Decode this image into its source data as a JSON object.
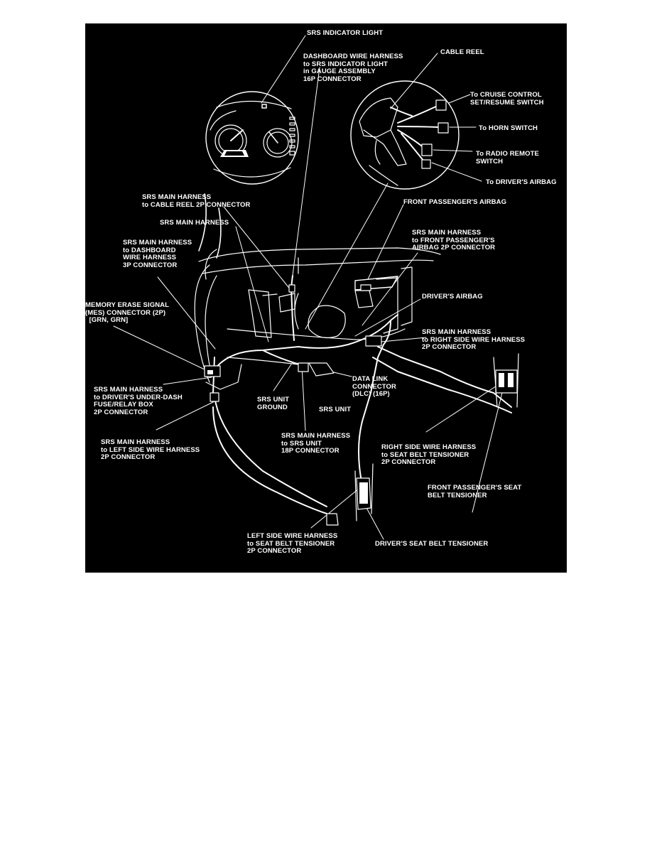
{
  "colors": {
    "background": "#000000",
    "ink": "#ffffff",
    "page": "#ffffff"
  },
  "labels": {
    "srs_indicator_light": "SRS INDICATOR LIGHT",
    "dashboard_harness_16p": "DASHBOARD WIRE HARNESS\nto SRS INDICATOR LIGHT\nin GAUGE ASSEMBLY\n16P CONNECTOR",
    "cable_reel": "CABLE REEL",
    "to_cruise": "To CRUISE CONTROL\nSET/RESUME SWITCH",
    "to_horn": "To HORN SWITCH",
    "to_radio": "To RADIO REMOTE\nSWITCH",
    "to_driver_airbag": "To DRIVER'S AIRBAG",
    "cable_reel_2p": "SRS MAIN HARNESS\nto CABLE REEL 2P CONNECTOR",
    "front_passenger_airbag": "FRONT PASSENGER'S AIRBAG",
    "srs_main_harness": "SRS MAIN HARNESS",
    "dashboard_3p": "SRS MAIN HARNESS\nto DASHBOARD\nWIRE HARNESS\n3P CONNECTOR",
    "passenger_airbag_2p": "SRS MAIN HARNESS\nto FRONT PASSENGER'S\nAIRBAG 2P CONNECTOR",
    "drivers_airbag": "DRIVER'S AIRBAG",
    "mes_connector": "MEMORY ERASE SIGNAL\n(MES) CONNECTOR (2P)\n  [GRN, GRN]",
    "right_side_2p": "SRS MAIN HARNESS\nto RIGHT SIDE WIRE HARNESS\n2P CONNECTOR",
    "fuse_relay_2p": "SRS MAIN HARNESS\nto DRIVER'S UNDER-DASH\nFUSE/RELAY BOX\n2P CONNECTOR",
    "data_link": "DATA LINK\nCONNECTOR\n(DLC) (16P)",
    "srs_unit_ground": "SRS UNIT\nGROUND",
    "srs_unit": "SRS UNIT",
    "left_side_2p": "SRS MAIN HARNESS\nto LEFT SIDE WIRE HARNESS\n2P CONNECTOR",
    "srs_unit_18p": "SRS MAIN HARNESS\nto SRS UNIT\n18P CONNECTOR",
    "right_tensioner_2p": "RIGHT SIDE WIRE HARNESS\nto SEAT BELT TENSIONER\n2P CONNECTOR",
    "front_passenger_tensioner": "FRONT PASSENGER'S SEAT\nBELT TENSIONER",
    "left_tensioner_2p": "LEFT SIDE WIRE HARNESS\nto SEAT BELT TENSIONER\n2P CONNECTOR",
    "driver_tensioner": "DRIVER'S SEAT BELT TENSIONER"
  }
}
